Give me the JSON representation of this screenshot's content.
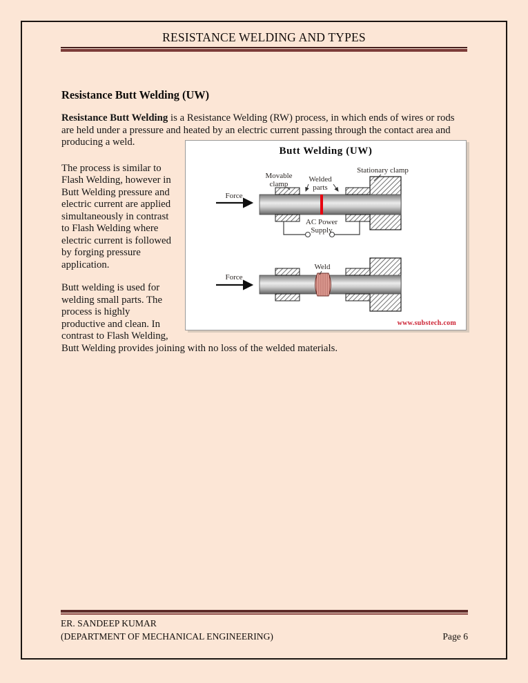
{
  "page": {
    "header_title": "RESISTANCE WELDING AND TYPES",
    "footer": {
      "author_line1": "ER. SANDEEP KUMAR",
      "author_line2": "(DEPARTMENT OF MECHANICAL ENGINEERING)",
      "page_label": "Page 6"
    }
  },
  "article": {
    "heading": "Resistance Butt Welding (UW)",
    "intro_lead": "Resistance Butt Welding",
    "intro_rest": " is a Resistance Welding (RW) process, in which ends of wires or rods\nare held under a pressure and heated by an electric current passing through the contact area and\nproducing a weld.",
    "para_process": "The process is similar to\nFlash Welding, however in\nButt Welding pressure and\nelectric current are applied\nsimultaneously in contrast\nto Flash Welding where\nelectric current is followed\nby forging pressure\napplication.",
    "para_usage": "Butt welding is used for\nwelding small parts. The\nprocess is highly\nproductive and clean. In\ncontrast to Flash Welding,",
    "para_usage_cont": "Butt Welding provides joining with no loss of the welded materials."
  },
  "figure": {
    "title": "Butt Welding (UW)",
    "labels": {
      "movable_clamp": "Movable\nclamp",
      "welded_parts": "Welded\nparts",
      "stationary_clamp": "Stationary clamp",
      "force_top": "Force",
      "ac_power_supply": "AC Power\nSupply",
      "weld": "Weld",
      "force_bottom": "Force",
      "watermark": "www.substech.com"
    },
    "colors": {
      "page_background": "#fce6d6",
      "rule_maroon": "#622423",
      "weld_line": "#e8000f",
      "weld_bulge_fill": "#f2b3a9",
      "watermark_red": "#cc2233"
    }
  }
}
